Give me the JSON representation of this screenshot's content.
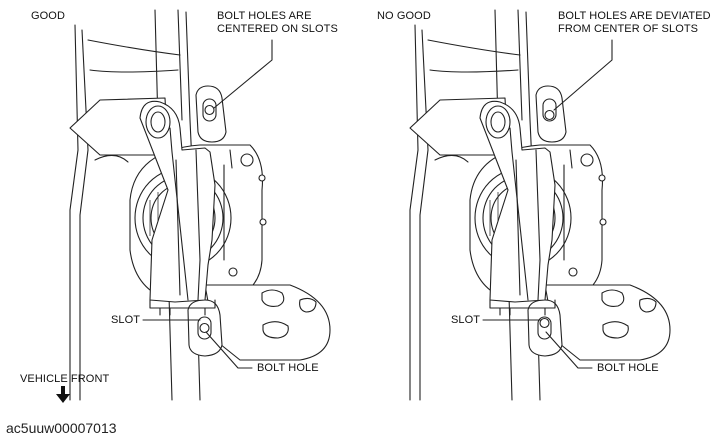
{
  "left_panel": {
    "title": "GOOD",
    "callout": [
      "BOLT HOLES ARE",
      "CENTERED ON SLOTS"
    ],
    "slot_label": "SLOT",
    "bolt_hole_label": "BOLT HOLE"
  },
  "right_panel": {
    "title": "NO GOOD",
    "callout": [
      "BOLT HOLES ARE DEVIATED",
      "FROM CENTER OF SLOTS"
    ],
    "slot_label": "SLOT",
    "bolt_hole_label": "BOLT HOLE"
  },
  "vehicle_front_label": "VEHICLE FRONT",
  "figure_code": "ac5uuw00007013"
}
